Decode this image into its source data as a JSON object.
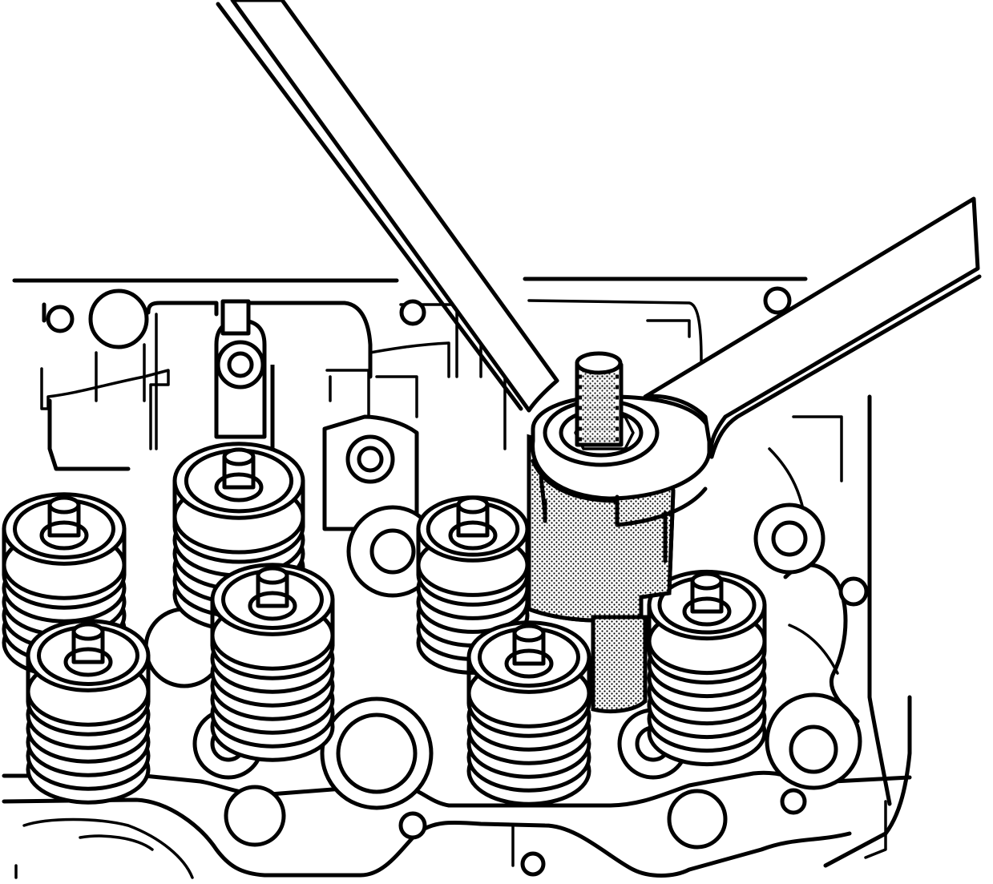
{
  "figure": {
    "description_visible_text": "",
    "springs": [
      {
        "id": "spring-1"
      },
      {
        "id": "spring-2"
      },
      {
        "id": "spring-3"
      },
      {
        "id": "spring-4"
      },
      {
        "id": "spring-5"
      },
      {
        "id": "spring-6"
      },
      {
        "id": "spring-7"
      }
    ],
    "colors": {
      "line": "#000000",
      "background": "#ffffff",
      "tool_shading": "#bdbdbd"
    }
  }
}
